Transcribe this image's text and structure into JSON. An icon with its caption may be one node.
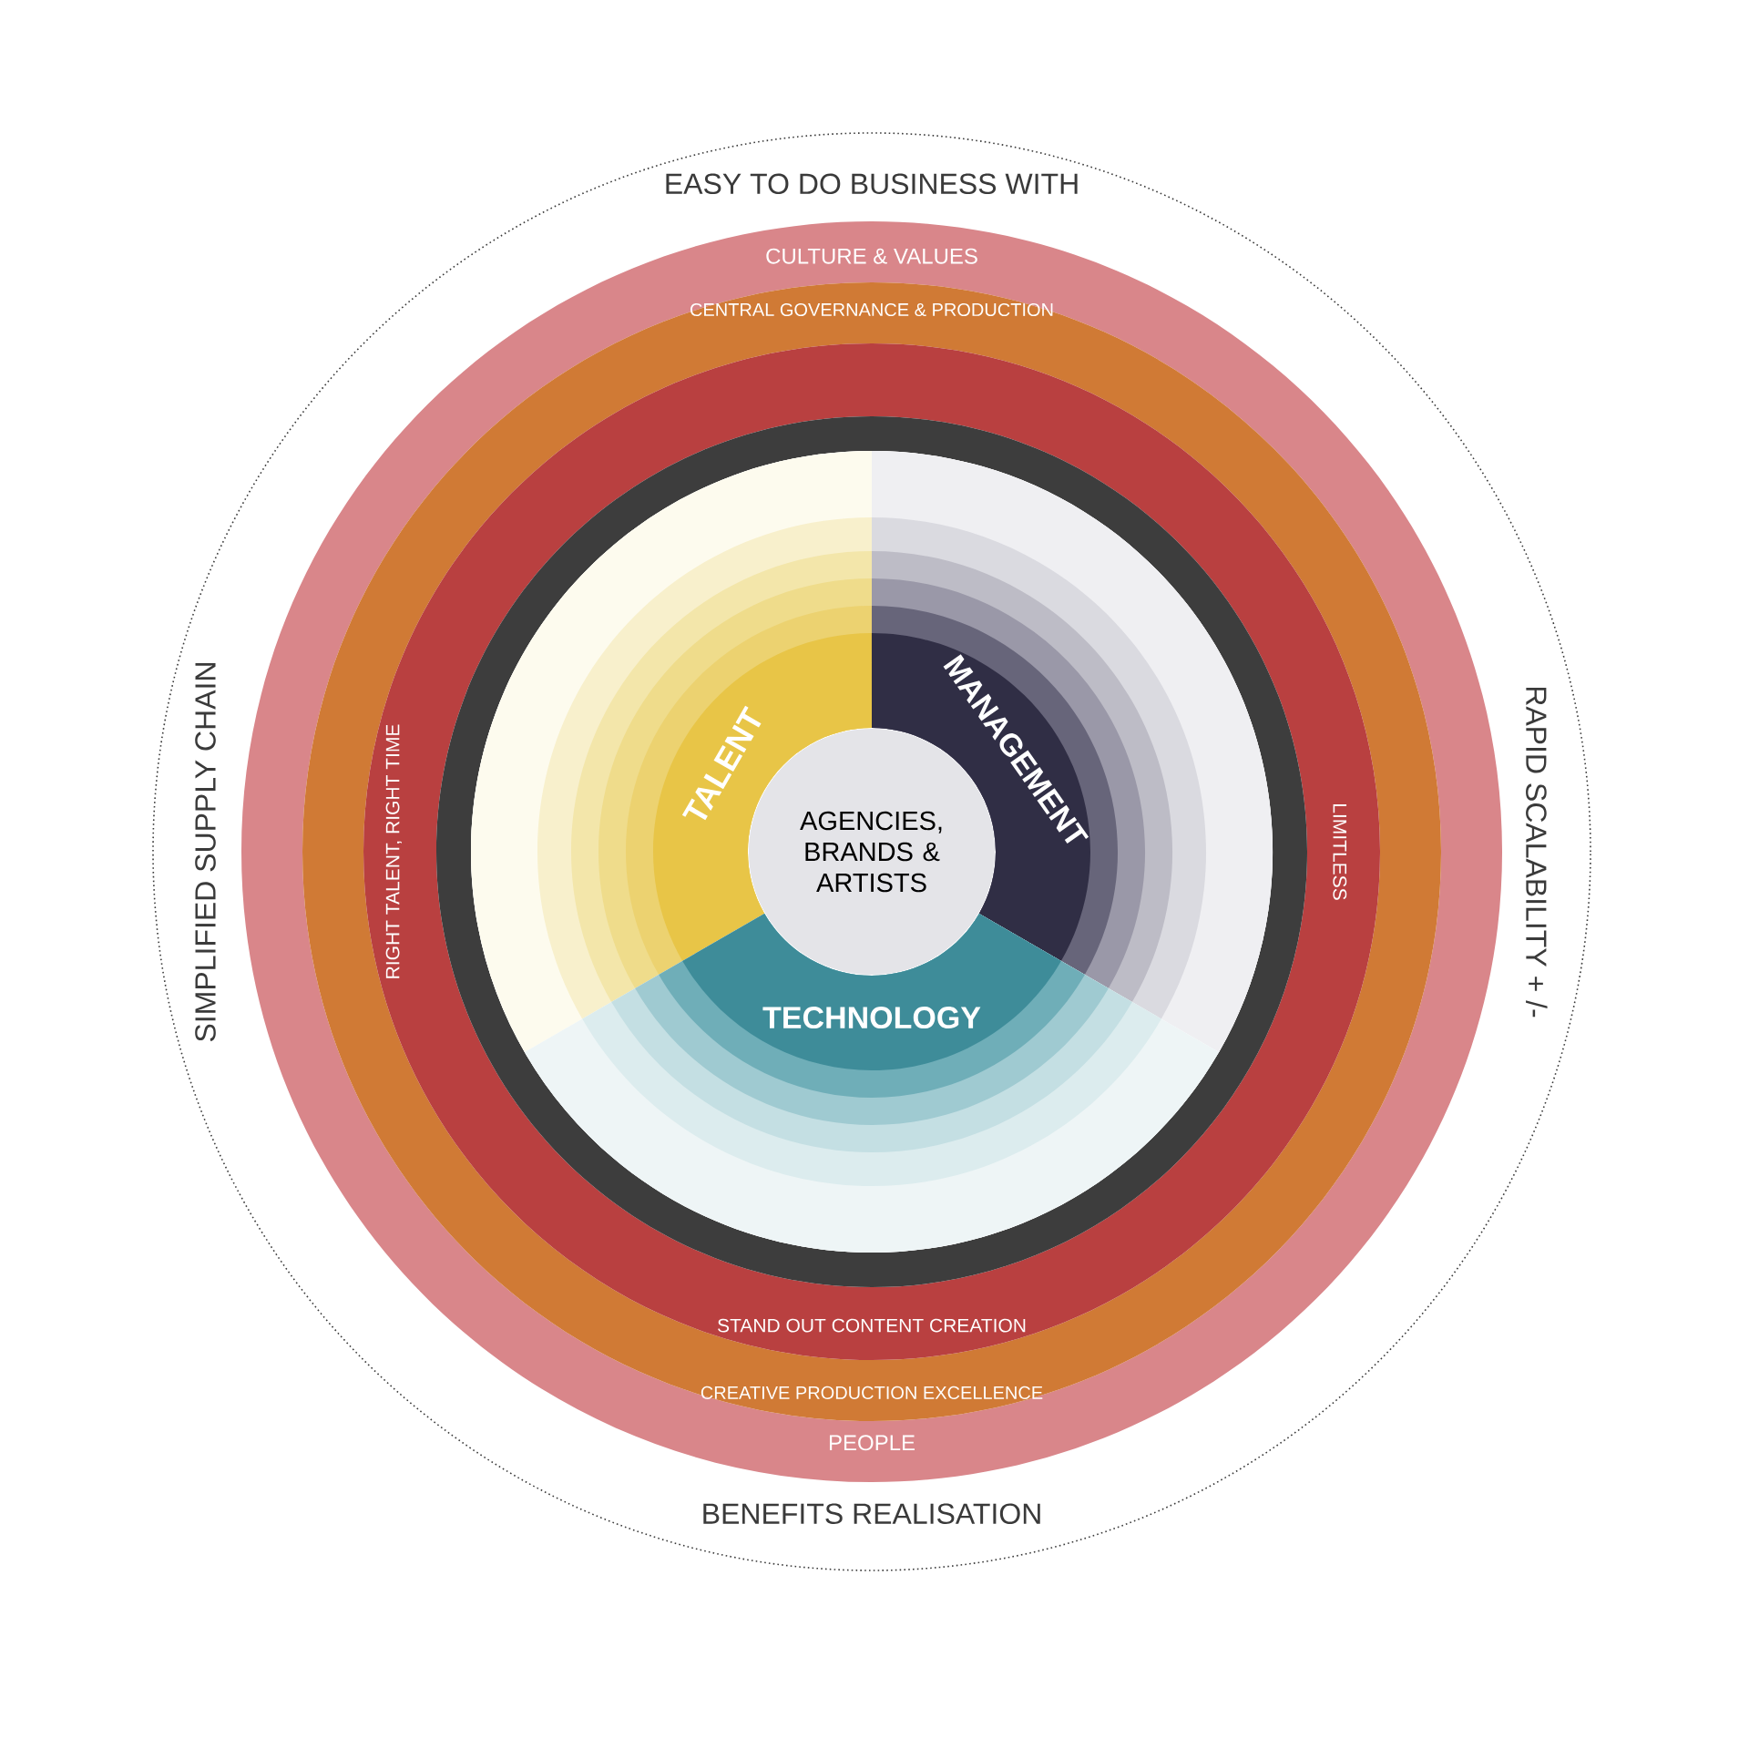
{
  "diagram": {
    "nodes": [
      {
        "text": [
          "EASY TO DO BUSINESS WITH",
          "RAPID SCALABILITY + /-",
          "BENEFITS REALISATION",
          "SIMPLIFIED SUPPLY CHAIN"
        ]
      },
      {
        "text": [
          "CULTURE & VALUES",
          "PEOPLE"
        ],
        "in": 0
      },
      {
        "text": [
          "CENTRAL GOVERNANCE & PRODUCTION",
          "CREATIVE PRODUCTION EXCELLENCE"
        ],
        "in": 1
      },
      {
        "text": [
          "RIGHT TALENT, RIGHT TIME",
          "LIMITLESS",
          "STAND OUT CONTENT CREATION"
        ],
        "in": 2
      },
      {
        "text": [
          "TALENT"
        ],
        "in": 3
      },
      {
        "text": [
          "MANAGEMENT"
        ],
        "in": 3
      },
      {
        "text": [
          "TECHNOLOGY"
        ],
        "in": 3
      },
      {
        "text": [
          "AGENCIES, BRANDS & ARTISTS"
        ],
        "in": 3
      }
    ]
  }
}
